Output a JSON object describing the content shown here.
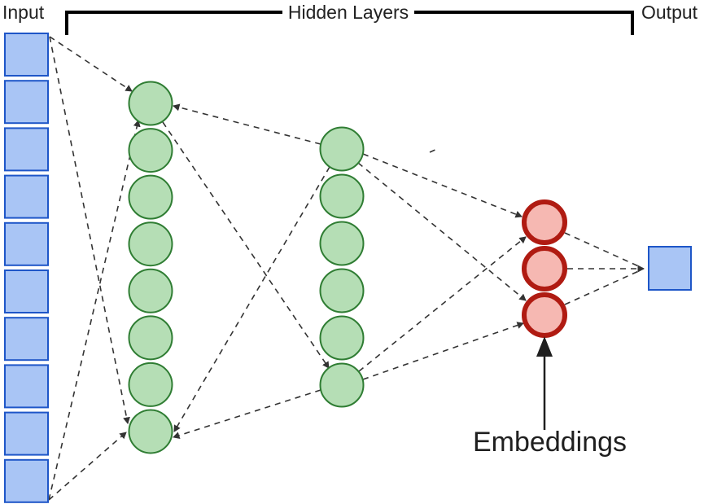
{
  "labels": {
    "input": "Input",
    "hidden": "Hidden Layers",
    "output": "Output",
    "embeddings": "Embeddings"
  },
  "diagram": {
    "type": "neural-network-autoencoder",
    "connection_style": "dashed",
    "layers": [
      {
        "name": "input",
        "shape": "square",
        "count": 10
      },
      {
        "name": "hidden-1",
        "shape": "circle",
        "count": 8
      },
      {
        "name": "hidden-2",
        "shape": "circle",
        "count": 6
      },
      {
        "name": "embeddings",
        "shape": "circle",
        "count": 3
      },
      {
        "name": "output",
        "shape": "square",
        "count": 1
      }
    ],
    "colors": {
      "input_fill": "#a9c5f5",
      "input_stroke": "#1e56c8",
      "hidden_fill": "#b5deb5",
      "hidden_stroke": "#2f7d33",
      "embedding_fill": "#f6b8b2",
      "embedding_stroke": "#b01b12",
      "connector": "#333333",
      "bracket": "#000000",
      "pointer_arrow": "#1f1f1f",
      "text": "#212121"
    }
  }
}
